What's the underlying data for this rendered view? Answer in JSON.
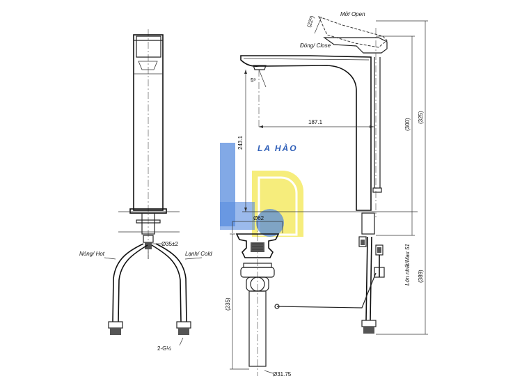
{
  "labels": {
    "open": "Mở/ Open",
    "close": "Đóng/ Close",
    "angle_open": "(22º)",
    "angle_tilt": "5º",
    "hot": "Nóng/ Hot",
    "cold": "Lạnh/ Cold",
    "thread": "2-G½",
    "mount_hole": "Ø35±2",
    "drain_top": "Ø62",
    "drain_bottom": "Ø31.75",
    "max_thickness": "Lớn nhất/Max 51"
  },
  "dimensions": {
    "spout_reach": "187.1",
    "spout_height": "243.1",
    "body_height": "(300)",
    "total_height": "(325)",
    "below_deck": "(389)",
    "drain_length": "(235)"
  },
  "watermark": {
    "text": "LA HÀO",
    "colors": {
      "blue": "#3b78d8",
      "yellow": "#f2e64a",
      "text": "#2f5fb8"
    }
  }
}
